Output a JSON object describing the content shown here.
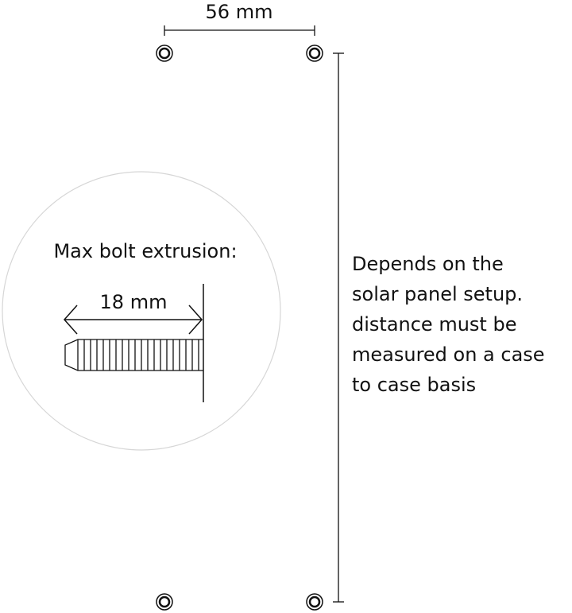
{
  "dimensions": {
    "hole_spacing_label": "56 mm",
    "bolt_extrusion_label": "18 mm"
  },
  "inset": {
    "title": "Max bolt extrusion:"
  },
  "note": {
    "lines": [
      "Depends on the",
      "solar panel setup.",
      "distance must be",
      "measured on a case",
      "to case basis"
    ]
  },
  "colors": {
    "line": "#111111",
    "inset_circle": "#d6d6d6"
  }
}
